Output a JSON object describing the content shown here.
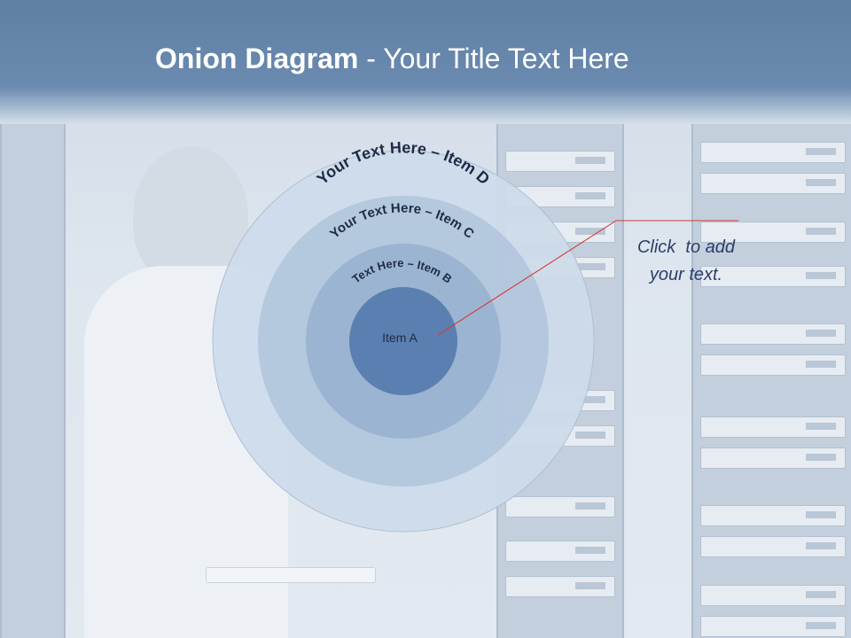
{
  "header": {
    "title_bold": "Onion Diagram",
    "title_rest": " - Your Title Text Here"
  },
  "onion": {
    "item_d": "Your Text Here – Item D",
    "item_c": "Your Text Here – Item C",
    "item_b": "Text Here – Item B",
    "item_a": "Item A"
  },
  "callout": {
    "line1": "Click  to add",
    "line2": "your text."
  },
  "colors": {
    "header": "#6485ab",
    "ring_d": "#cddbea",
    "ring_c": "#b2c6dd",
    "ring_b": "#9bb4d2",
    "core_a": "#5b7fb0",
    "callout_line": "#d9342b",
    "callout_text": "#2c3e69"
  }
}
